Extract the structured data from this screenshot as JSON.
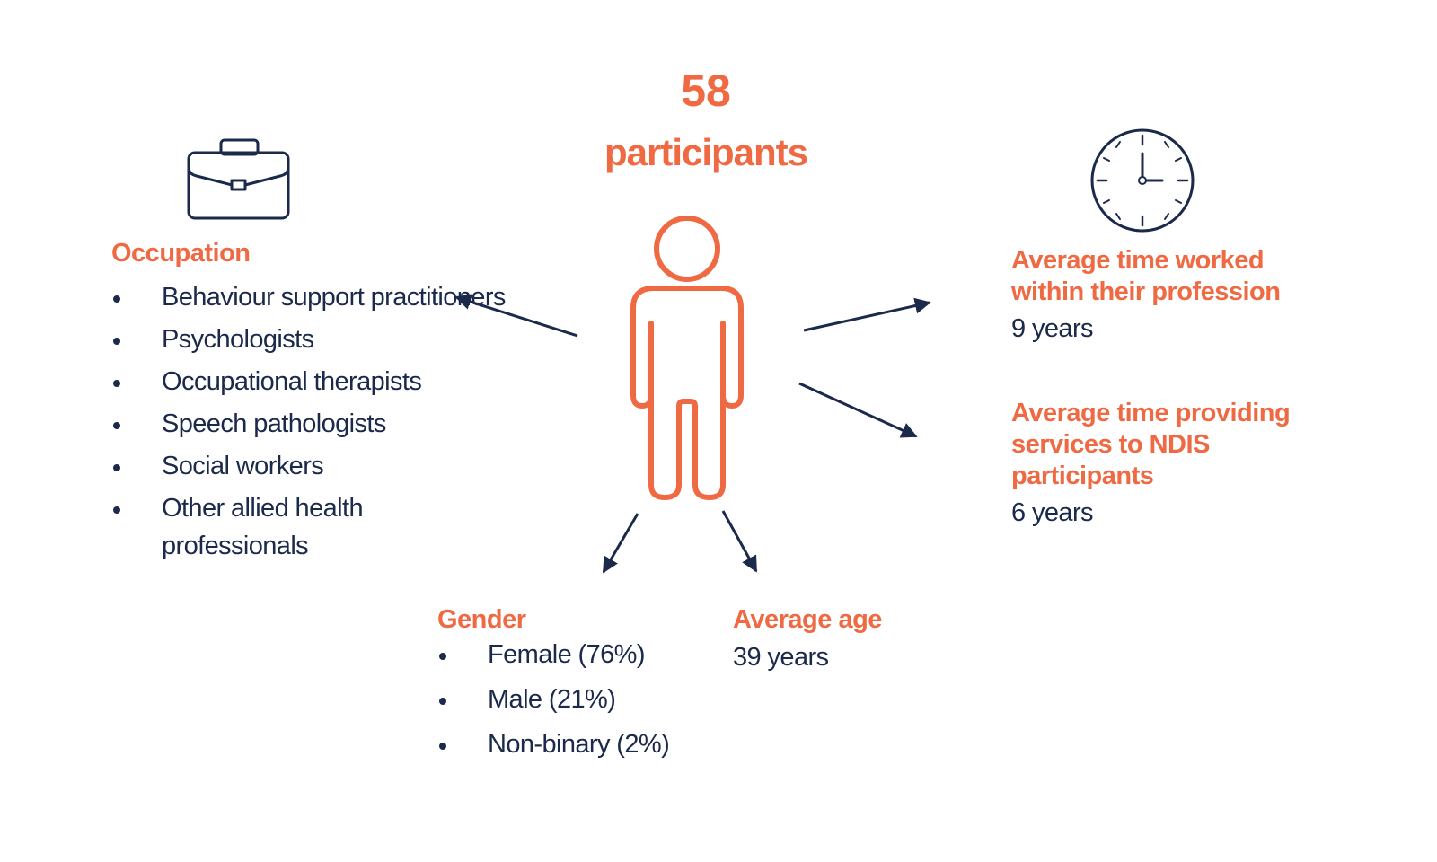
{
  "colors": {
    "accent": "#ef6a43",
    "text": "#1b2a4a"
  },
  "headline": {
    "number": "58",
    "label": "participants"
  },
  "occupation": {
    "icon": "briefcase-icon",
    "heading": "Occupation",
    "items": [
      "Behaviour support practitioners",
      "Psychologists",
      "Occupational therapists",
      "Speech pathologists",
      "Social workers",
      "Other allied health professionals"
    ]
  },
  "time_worked": {
    "icon": "clock-icon",
    "heading": "Average time worked within their profession",
    "value": "9 years"
  },
  "time_ndis": {
    "heading": "Average time providing services to NDIS participants",
    "value": "6 years"
  },
  "gender": {
    "heading": "Gender",
    "items": [
      "Female (76%)",
      "Male (21%)",
      "Non-binary (2%)"
    ]
  },
  "average_age": {
    "heading": "Average age",
    "value": "39 years"
  },
  "person": {
    "icon": "person-icon"
  }
}
